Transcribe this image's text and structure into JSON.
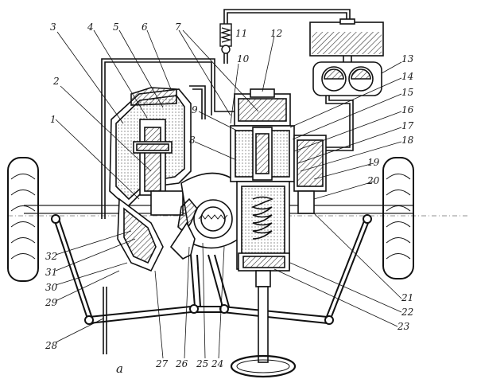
{
  "caption": "a",
  "callouts": [
    "1",
    "2",
    "3",
    "4",
    "5",
    "6",
    "7",
    "8",
    "9",
    "10",
    "11",
    "12",
    "13",
    "14",
    "15",
    "16",
    "17",
    "18",
    "19",
    "20",
    "21",
    "22",
    "23",
    "24",
    "25",
    "26",
    "27",
    "28",
    "29",
    "30",
    "31",
    "32"
  ]
}
